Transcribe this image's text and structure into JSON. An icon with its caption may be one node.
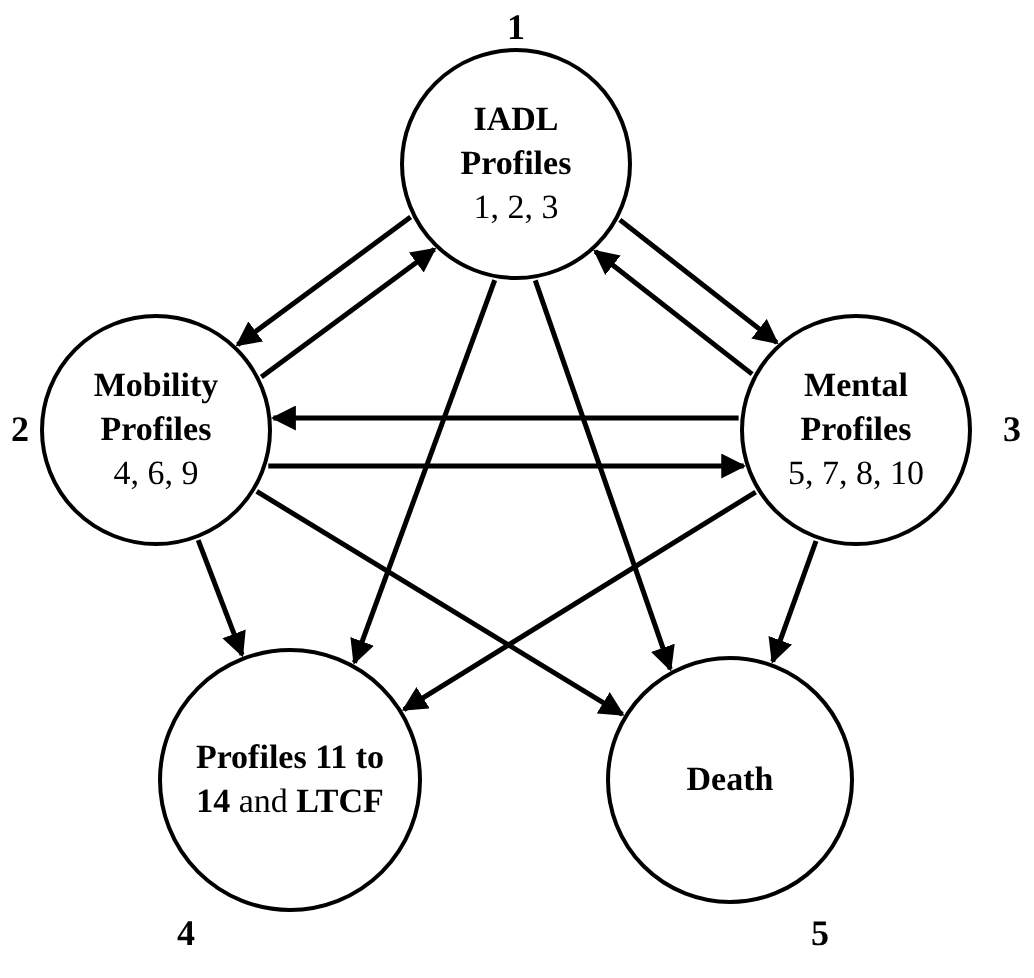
{
  "diagram": {
    "nodes": [
      {
        "text": [
          "IADL Profiles",
          "1, 2, 3"
        ],
        "beside": [
          "1"
        ]
      },
      {
        "text": [
          "Mobility Profiles",
          "4, 6, 9"
        ],
        "beside": [
          "2"
        ]
      },
      {
        "text": [
          "Mental Profiles",
          "5, 7, 8, 10"
        ],
        "beside": [
          "3"
        ]
      },
      {
        "text": [
          "**Profiles 11 to 14** and **LTCF**"
        ],
        "beside": [
          "4"
        ]
      },
      {
        "text": [
          "Death"
        ],
        "beside": [
          "5"
        ]
      }
    ],
    "edges": [
      {
        "from": 0,
        "to": 1,
        "arrow": "to"
      },
      {
        "from": 1,
        "to": 0,
        "arrow": "to"
      },
      {
        "from": 0,
        "to": 2,
        "arrow": "to"
      },
      {
        "from": 2,
        "to": 0,
        "arrow": "to"
      },
      {
        "from": 2,
        "to": 1,
        "arrow": "to"
      },
      {
        "from": 1,
        "to": 2,
        "arrow": "to"
      },
      {
        "from": 0,
        "to": 3,
        "arrow": "to"
      },
      {
        "from": 0,
        "to": 4,
        "arrow": "to"
      },
      {
        "from": 1,
        "to": 3,
        "arrow": "to"
      },
      {
        "from": 1,
        "to": 4,
        "arrow": "to"
      },
      {
        "from": 2,
        "to": 3,
        "arrow": "to"
      },
      {
        "from": 2,
        "to": 4,
        "arrow": "to"
      }
    ]
  }
}
